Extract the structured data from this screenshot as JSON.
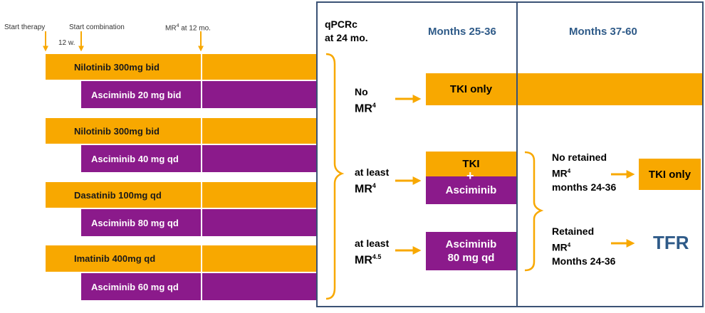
{
  "timeline": {
    "start_therapy": "Start therapy",
    "start_combination": "Start combination",
    "mr_label": "MR",
    "mr_sup": "4",
    "mr_suffix": " at 12 mo.",
    "weeks": "12 w."
  },
  "arms": [
    {
      "tki": "Nilotinib 300mg bid",
      "asc": "Asciminib 20 mg bid"
    },
    {
      "tki": "Nilotinib 300mg bid",
      "asc": "Asciminib 40 mg qd"
    },
    {
      "tki": "Dasatinib 100mg qd",
      "asc": "Asciminib 80 mg qd"
    },
    {
      "tki": "Imatinib 400mg qd",
      "asc": "Asciminib 60 mg qd"
    }
  ],
  "qpcr": {
    "line1": "qPCRc",
    "line2": "at 24 mo."
  },
  "headers": {
    "months_25_36": "Months 25-36",
    "months_37_60": "Months 37-60"
  },
  "outcomes": {
    "no_mr4": {
      "line1": "No",
      "mr": "MR",
      "sup": "4"
    },
    "at_least_mr4": {
      "line1": "at least",
      "mr": "MR",
      "sup": "4"
    },
    "at_least_mr45": {
      "line1": "at least",
      "mr": "MR",
      "sup": "4.5"
    }
  },
  "boxes": {
    "tki_only": "TKI only",
    "tki": "TKI",
    "plus": "+",
    "asciminib": "Asciminib",
    "asc_line1": "Asciminib",
    "asc_line2": "80 mg qd",
    "tki_only_2": "TKI only",
    "tfr": "TFR"
  },
  "later": {
    "no_retained": {
      "line1": "No retained",
      "mr": "MR",
      "sup": "4",
      "line3": "months 24-36"
    },
    "retained": {
      "line1": "Retained",
      "mr": "MR",
      "sup": "4",
      "line3": "Months 24-36"
    }
  },
  "colors": {
    "orange": "#f8a800",
    "purple": "#8b1a8b",
    "panel_border": "#3a5275",
    "header_blue": "#2e5a88",
    "arrow": "#f8a800"
  }
}
